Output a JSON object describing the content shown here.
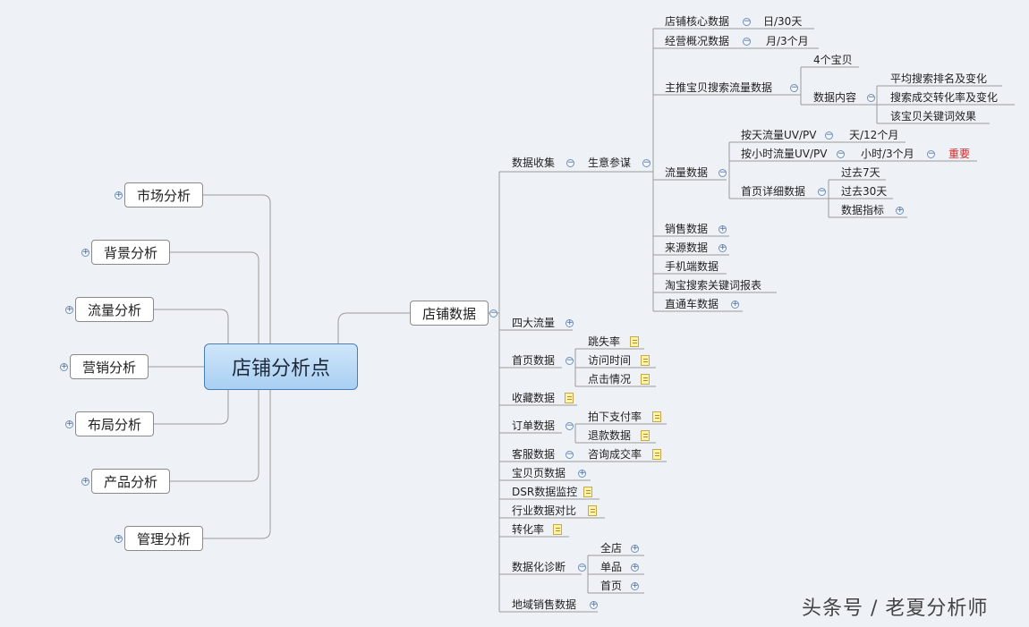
{
  "root": "店铺分析点",
  "left": [
    "市场分析",
    "背景分析",
    "流量分析",
    "营销分析",
    "布局分析",
    "产品分析",
    "管理分析"
  ],
  "store": "店铺数据",
  "n": {
    "collect": "数据收集",
    "shengyi": "生意参谋",
    "core": "店铺核心数据",
    "core_v": "日/30天",
    "overview": "经营概况数据",
    "overview_v": "月/3个月",
    "main": "主推宝贝搜索流量数据",
    "four": "4个宝贝",
    "content": "数据内容",
    "avg": "平均搜索排名及变化",
    "conv": "搜索成交转化率及变化",
    "kw": "该宝贝关键词效果",
    "flow": "流量数据",
    "day": "按天流量UV/PV",
    "day_v": "天/12个月",
    "hour": "按小时流量UV/PV",
    "hour_v": "小时/3个月",
    "important": "重要",
    "home": "首页详细数据",
    "d7": "过去7天",
    "d30": "过去30天",
    "ind": "数据指标",
    "sales": "销售数据",
    "source": "来源数据",
    "mobile": "手机端数据",
    "taobao": "淘宝搜索关键词报表",
    "ztc": "直通车数据",
    "four_flow": "四大流量",
    "homepage": "首页数据",
    "bounce": "跳失率",
    "visit": "访问时间",
    "click": "点击情况",
    "fav": "收藏数据",
    "order": "订单数据",
    "pay": "拍下支付率",
    "refund": "退款数据",
    "service": "客服数据",
    "consult": "咨询成交率",
    "item": "宝贝页数据",
    "dsr": "DSR数据监控",
    "industry": "行业数据对比",
    "rate": "转化率",
    "diag": "数据化诊断",
    "whole": "全店",
    "single": "单品",
    "front": "首页",
    "region": "地域销售数据"
  },
  "watermark": "头条号 / 老夏分析师",
  "toggle_collapsed": "+",
  "toggle_expanded": "−"
}
